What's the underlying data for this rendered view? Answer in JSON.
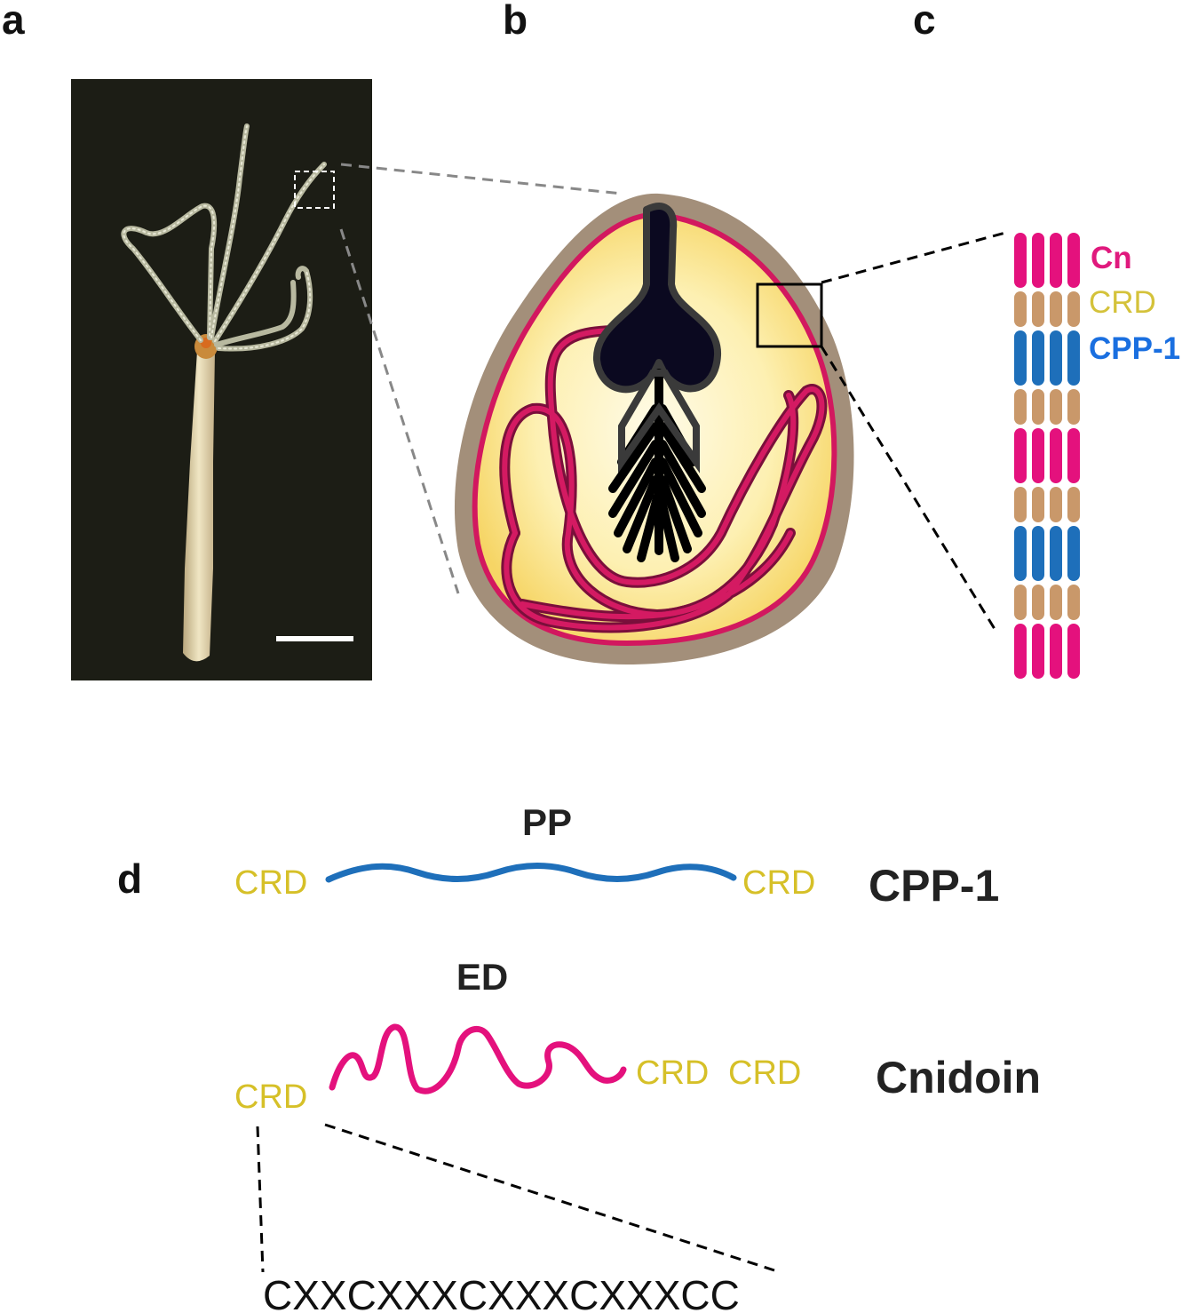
{
  "panels": {
    "a": "a",
    "b": "b",
    "c": "c",
    "d": "d"
  },
  "fibril_legend": [
    {
      "label": "Cn",
      "color": "#e0197d"
    },
    {
      "label": "CRD",
      "color": "#d4c23a"
    },
    {
      "label": "CPP-1",
      "color": "#1a6fe0"
    }
  ],
  "domains": {
    "cpp1_name": "CPP-1",
    "cpp1_middle": "PP",
    "cpp1_left": "CRD",
    "cpp1_right": "CRD",
    "cnidoin_name": "Cnidoin",
    "cnidoin_middle": "ED",
    "cnidoin_left": "CRD",
    "cnidoin_right_1": "CRD",
    "cnidoin_right_2": "CRD",
    "motif": "CXXCXXXCXXXCXXXCC"
  },
  "colors": {
    "cn_magenta": "#e4117d",
    "crd_tan": "#c9986a",
    "cpp_blue": "#1e6fba",
    "crd_text": "#d6c028",
    "dark_bg": "#1c1d15"
  }
}
